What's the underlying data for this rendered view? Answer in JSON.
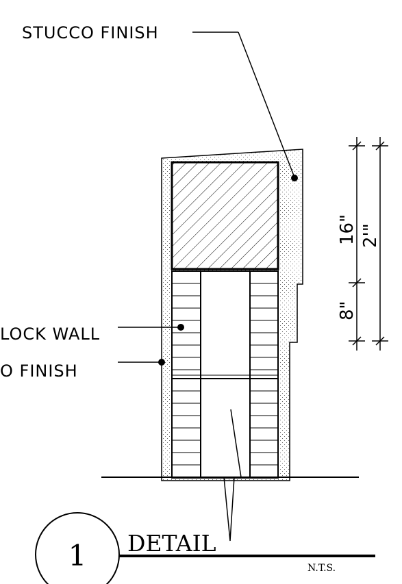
{
  "labels": {
    "stucco_top": "STUCCO FINISH",
    "block_wall": "LOCK WALL",
    "stucco_left": "O FINISH",
    "dim_8": "8\"",
    "dim_16": "16\"",
    "dim_2": "2'\""
  },
  "detail": {
    "number": "1",
    "title": "DETAIL",
    "scale": "N.T.S."
  }
}
